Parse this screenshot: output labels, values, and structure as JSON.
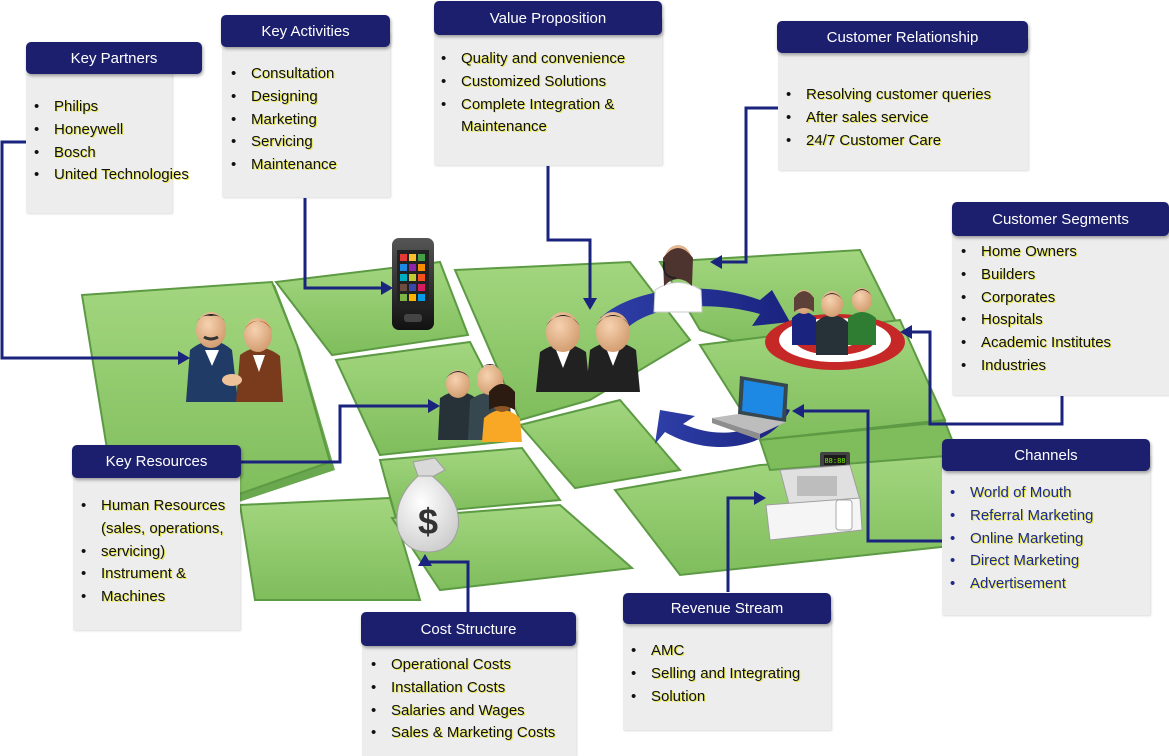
{
  "key_partners": {
    "title": "Key Partners",
    "items": [
      "Philips",
      "Honeywell",
      "Bosch",
      "United Technologies"
    ]
  },
  "key_activities": {
    "title": "Key Activities",
    "items": [
      "Consultation",
      "Designing",
      "Marketing",
      "Servicing",
      "Maintenance"
    ]
  },
  "value_proposition": {
    "title": "Value Proposition",
    "items": [
      "Quality and convenience",
      "Customized Solutions",
      "Complete Integration &",
      "Maintenance"
    ]
  },
  "customer_relationship": {
    "title": "Customer Relationship",
    "items": [
      "Resolving customer queries",
      "After sales service",
      "24/7 Customer Care"
    ]
  },
  "customer_segments": {
    "title": "Customer Segments",
    "items": [
      "Home Owners",
      "Builders",
      "Corporates",
      "Hospitals",
      "Academic Institutes",
      "Industries"
    ]
  },
  "key_resources": {
    "title": "Key Resources",
    "items": [
      "Human Resources",
      "(sales, operations,",
      "servicing)",
      "Instrument &",
      "Machines"
    ]
  },
  "channels": {
    "title": "Channels",
    "items": [
      "World of Mouth",
      "Referral Marketing",
      "Online Marketing",
      "Direct Marketing",
      "Advertisement"
    ]
  },
  "revenue_stream": {
    "title": "Revenue Stream",
    "items": [
      "AMC",
      "Selling and Integrating",
      "Solution"
    ]
  },
  "cost_structure": {
    "title": "Cost Structure",
    "items": [
      "Operational Costs",
      "Installation Costs",
      "Salaries and Wages",
      "Sales & Marketing Costs"
    ]
  },
  "illustration": {
    "money_symbol": "$",
    "register_display": "88:88"
  },
  "colors": {
    "header_navy": "#1c1f6e",
    "connector_navy": "#1a237e",
    "board_green": "#8cc86a",
    "panel_gray": "#ededed",
    "text_highlight": "#e6e64a"
  }
}
